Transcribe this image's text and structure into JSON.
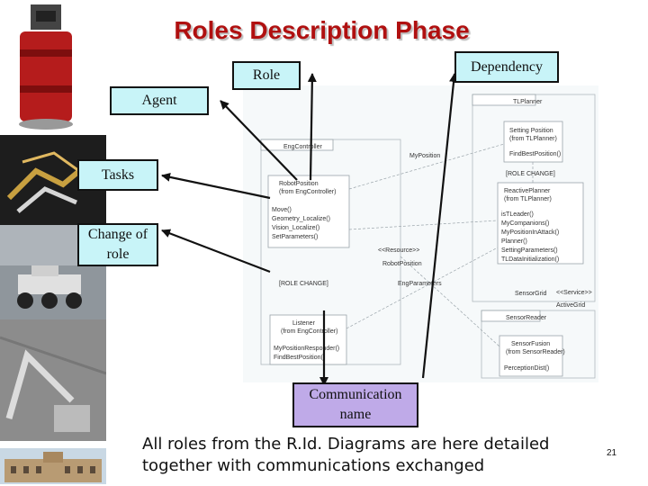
{
  "slide": {
    "title": "Roles Description Phase",
    "caption": "All roles from the R.Id. Diagrams are here detailed together with communications exchanged",
    "page_number": "21"
  },
  "labels": {
    "role": "Role",
    "dependency": "Dependency",
    "agent": "Agent",
    "tasks": "Tasks",
    "change_of_role": "Change of role",
    "communication_name": "Communication name"
  },
  "uml": {
    "classes": [
      {
        "title": "TLPlanner"
      },
      {
        "title": "Setting Position",
        "stereo": "(from TLPlanner)",
        "ops": [
          "FindBestPosition()"
        ]
      },
      {
        "title": "ReactivePlanner",
        "stereo": "(from TLPlanner)",
        "ops": [
          "isTLeader()",
          "MyCompanions()",
          "MyPositionInAttack()",
          "Planner()",
          "SettingParameters()",
          "TLDataInitialization()"
        ]
      },
      {
        "title": "EngController"
      },
      {
        "title": "RobotPosition",
        "stereo": "(from EngController)",
        "ops": [
          "Move()",
          "Geometry_Localize()",
          "Vision_Localize()",
          "SetParameters()"
        ]
      },
      {
        "title": "Listener",
        "stereo": "(from EngController)",
        "ops": [
          "MyPositionResponder()",
          "FindBestPosition()"
        ]
      },
      {
        "title": "SensorReader"
      },
      {
        "title": "SensorFusion",
        "stereo": "(from SensorReader)",
        "ops": [
          "PerceptionDist()"
        ]
      }
    ],
    "messages": [
      "MyPosition",
      "[ROLE CHANGE]",
      "[ROLE CHANGE]",
      "<<Resource>>",
      "RobotPosition",
      "EngParameters",
      "SensorGrid",
      "<<Service>>",
      "ActiveGrid"
    ]
  }
}
